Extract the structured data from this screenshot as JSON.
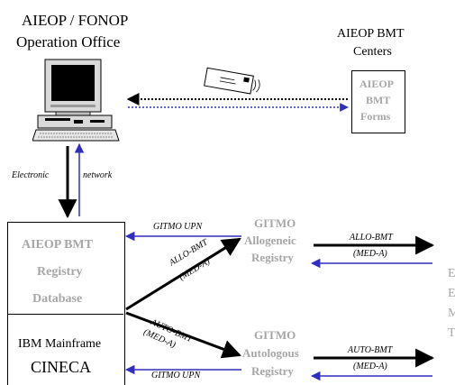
{
  "office": {
    "title_line1": "AIEOP / FONOP",
    "title_line2": "Operation Office"
  },
  "centers": {
    "title_line1": "AIEOP BMT",
    "title_line2": "Centers",
    "forms_line1": "AIEOP",
    "forms_line2": "BMT",
    "forms_line3": "Forms"
  },
  "network": {
    "left": "Electronic",
    "right": "network"
  },
  "registry": {
    "line1": "AIEOP BMT",
    "line2": "Registry",
    "line3": "Database",
    "mainframe_line1": "IBM Mainframe",
    "mainframe_line2": "CINECA"
  },
  "gitmo_allo": {
    "line1": "GITMO",
    "line2": "Allogeneic",
    "line3": "Registry"
  },
  "gitmo_auto": {
    "line1": "GITMO",
    "line2": "Autologous",
    "line3": "Registry"
  },
  "labels": {
    "gitmo_upn_top": "GITMO UPN",
    "gitmo_upn_bottom": "GITMO UPN",
    "allo_diag_1": "ALLO-BMT",
    "allo_diag_2": "(MED-A)",
    "auto_diag_1": "AUTO-BMT",
    "auto_diag_2": "(MED-A)",
    "allo_right_1": "ALLO-BMT",
    "allo_right_2": "(MED-A)",
    "auto_right_1": "AUTO-BMT",
    "auto_right_2": "(MED-A)"
  },
  "cutoff_letters": [
    "E",
    "E",
    "M",
    "T"
  ],
  "colors": {
    "black": "#000000",
    "blue": "#2e2ebf",
    "gray": "#a6a6a6"
  }
}
